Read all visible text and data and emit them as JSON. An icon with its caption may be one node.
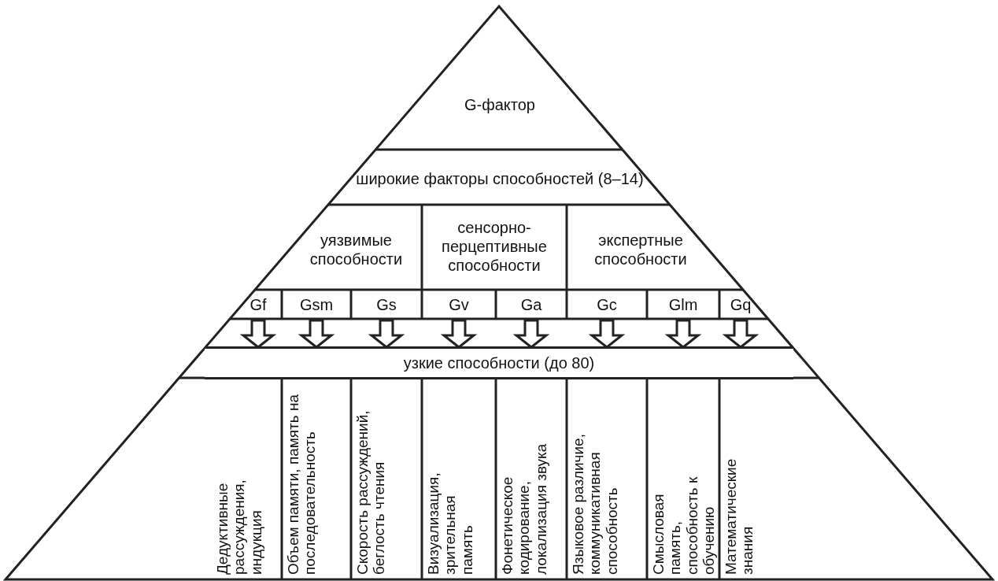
{
  "diagram": {
    "nodes": [
      {
        "text": [
          "G-фактор"
        ]
      },
      {
        "text": [
          "широкие факторы способностей (8–14)"
        ]
      },
      {
        "text": [
          "уязвимые способности"
        ]
      },
      {
        "text": [
          "сенсорно-перцептивные способности"
        ]
      },
      {
        "text": [
          "экспертные способности"
        ]
      },
      {
        "text": [
          "Gf"
        ]
      },
      {
        "text": [
          "Gsm"
        ]
      },
      {
        "text": [
          "Gs"
        ]
      },
      {
        "text": [
          "Gv"
        ]
      },
      {
        "text": [
          "Ga"
        ]
      },
      {
        "text": [
          "Gc"
        ]
      },
      {
        "text": [
          "Glm"
        ]
      },
      {
        "text": [
          "Gq"
        ]
      },
      {
        "text": [
          "узкие способности (до 80)"
        ]
      },
      {
        "text": [
          "Дедуктивные рассуждения, индукция"
        ]
      },
      {
        "text": [
          "Объем памяти, память на последовательность"
        ]
      },
      {
        "text": [
          "Скорость рассуждений, беглость чтения"
        ]
      },
      {
        "text": [
          "Визуализация, зрительная память"
        ]
      },
      {
        "text": [
          "Фонетическое кодирование, локализация звука"
        ]
      },
      {
        "text": [
          "Языковое различие, коммуникативная способность"
        ]
      },
      {
        "text": [
          "Смысловая память, способность к обучению"
        ]
      },
      {
        "text": [
          "Математические знания"
        ]
      }
    ],
    "edges": [
      {
        "from": 5,
        "to": 13,
        "arrow": "to"
      },
      {
        "from": 6,
        "to": 13,
        "arrow": "to"
      },
      {
        "from": 7,
        "to": 13,
        "arrow": "to"
      },
      {
        "from": 8,
        "to": 13,
        "arrow": "to"
      },
      {
        "from": 9,
        "to": 13,
        "arrow": "to"
      },
      {
        "from": 10,
        "to": 13,
        "arrow": "to"
      },
      {
        "from": 11,
        "to": 13,
        "arrow": "to"
      },
      {
        "from": 12,
        "to": 13,
        "arrow": "to"
      }
    ]
  }
}
